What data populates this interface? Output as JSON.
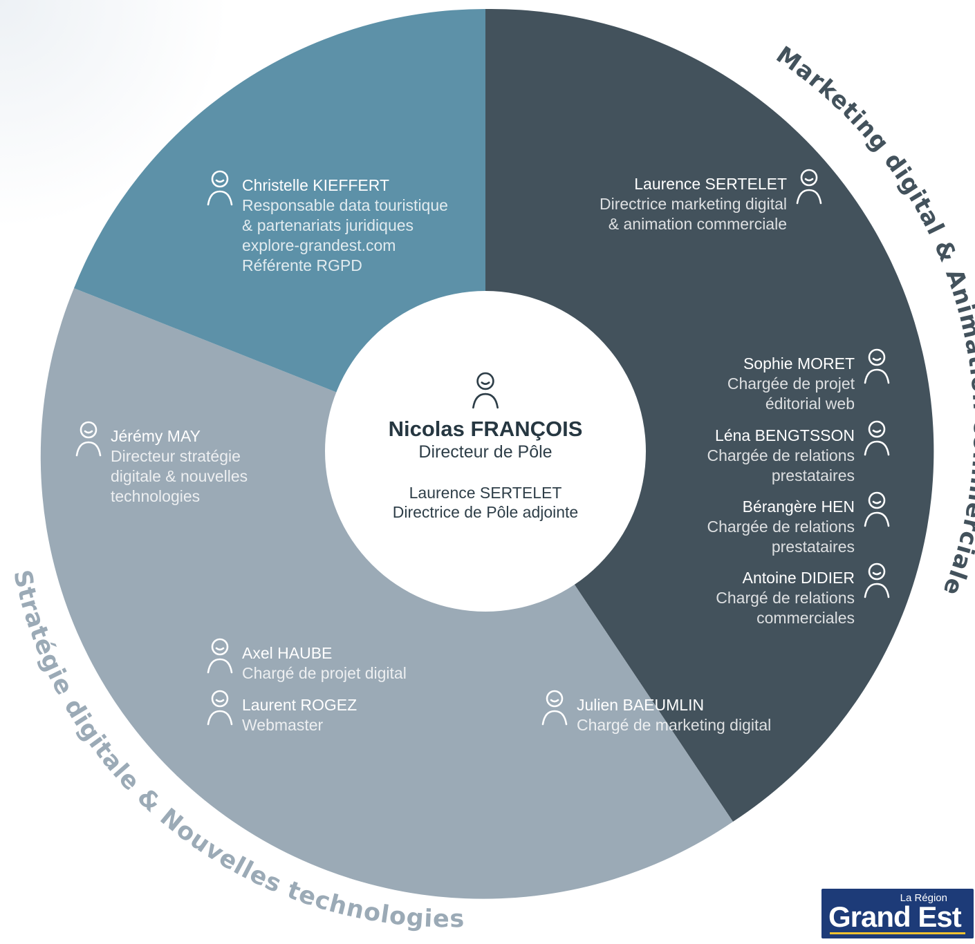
{
  "colors": {
    "sector_data": "#5d91a8",
    "sector_marketing": "#43525c",
    "sector_strategy": "#9baab6",
    "center": "#ffffff",
    "heading_marketing": "#43525c",
    "heading_strategy": "#9baab6",
    "logo_bg": "#1d3b78",
    "logo_accent": "#f2c230"
  },
  "headings": {
    "marketing": "Marketing digital & Animation commerciale",
    "strategy": "Stratégie digitale & Nouvelles technologies"
  },
  "center": {
    "icon": "person-icon",
    "director_name": "Nicolas FRANÇOIS",
    "director_role": "Directeur de Pôle",
    "deputy_name": "Laurence SERTELET",
    "deputy_role": "Directrice de Pôle adjointe"
  },
  "people": [
    {
      "name": "Christelle KIEFFERT",
      "lines": [
        "Responsable data touristique",
        "& partenariats juridiques",
        "explore-grandest.com",
        "Référente RGPD"
      ],
      "icon": "person-icon"
    },
    {
      "name": "Laurence SERTELET",
      "lines": [
        "Directrice marketing digital",
        "& animation commerciale"
      ],
      "icon": "person-icon"
    },
    {
      "name": "Sophie MORET",
      "lines": [
        "Chargée de projet",
        "éditorial web"
      ],
      "icon": "person-icon"
    },
    {
      "name": "Léna BENGTSSON",
      "lines": [
        "Chargée de relations",
        "prestataires"
      ],
      "icon": "person-icon"
    },
    {
      "name": "Bérangère HEN",
      "lines": [
        "Chargée de relations",
        "prestataires"
      ],
      "icon": "person-icon"
    },
    {
      "name": "Antoine DIDIER",
      "lines": [
        "Chargé de relations",
        "commerciales"
      ],
      "icon": "person-icon"
    },
    {
      "name": "Jérémy MAY",
      "lines": [
        "Directeur stratégie",
        "digitale & nouvelles",
        "technologies"
      ],
      "icon": "person-icon"
    },
    {
      "name": "Axel HAUBE",
      "lines": [
        "Chargé de projet digital"
      ],
      "icon": "person-icon"
    },
    {
      "name": "Laurent ROGEZ",
      "lines": [
        "Webmaster"
      ],
      "icon": "person-icon"
    },
    {
      "name": "Julien BAEUMLIN",
      "lines": [
        "Chargé de marketing digital"
      ],
      "icon": "person-icon"
    }
  ],
  "logo": {
    "top": "La Région",
    "main": "Grand Est"
  }
}
